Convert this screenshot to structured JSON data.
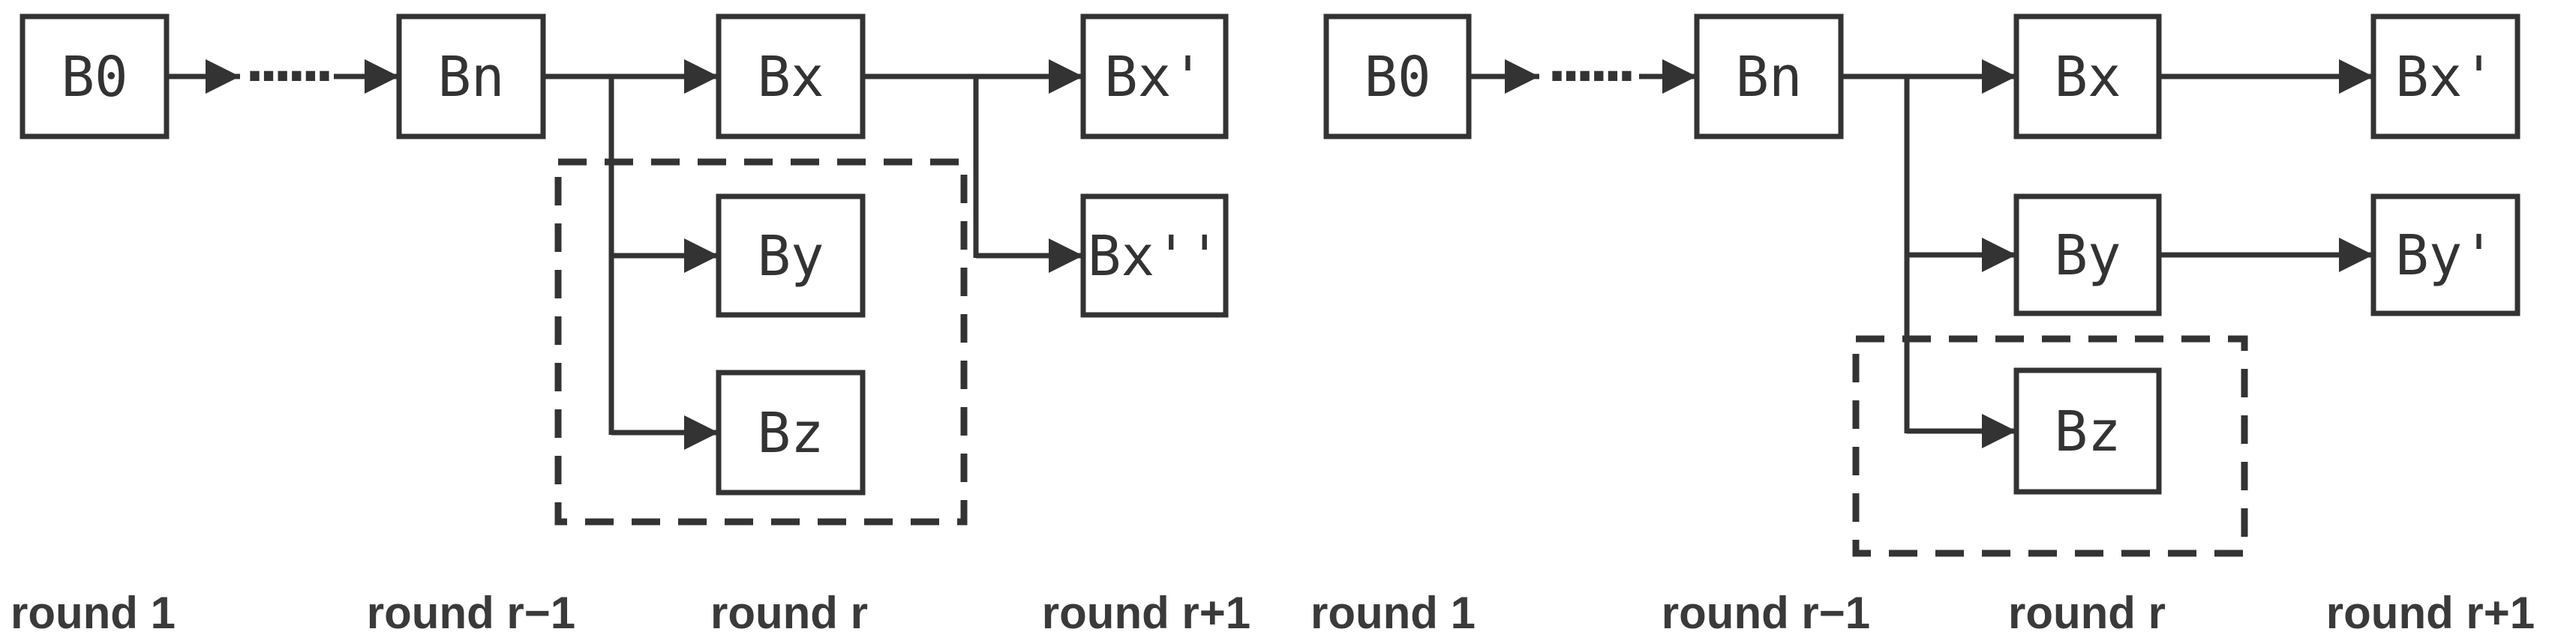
{
  "figure": {
    "description_colors": {
      "line": "#333333",
      "block_fill": "#ffffff",
      "block_border": "#333333",
      "label_text": "#333333",
      "round_label_text": "#3a3a3a",
      "background": "#ffffff"
    }
  },
  "left": {
    "blocks": {
      "b0": "B0",
      "bn": "Bn",
      "bx": "Bx",
      "bx_prime": "Bx'",
      "bx_double_prime": "Bx''",
      "by": "By",
      "bz": "Bz"
    },
    "ellipsis": "......",
    "rounds": [
      "round 1",
      "round r−1",
      "round r",
      "round r+1"
    ]
  },
  "right": {
    "blocks": {
      "b0": "B0",
      "bn": "Bn",
      "bx": "Bx",
      "bx_prime": "Bx'",
      "by": "By",
      "by_prime": "By'",
      "bz": "Bz"
    },
    "ellipsis": "......",
    "rounds": [
      "round 1",
      "round r−1",
      "round r",
      "round r+1"
    ]
  }
}
